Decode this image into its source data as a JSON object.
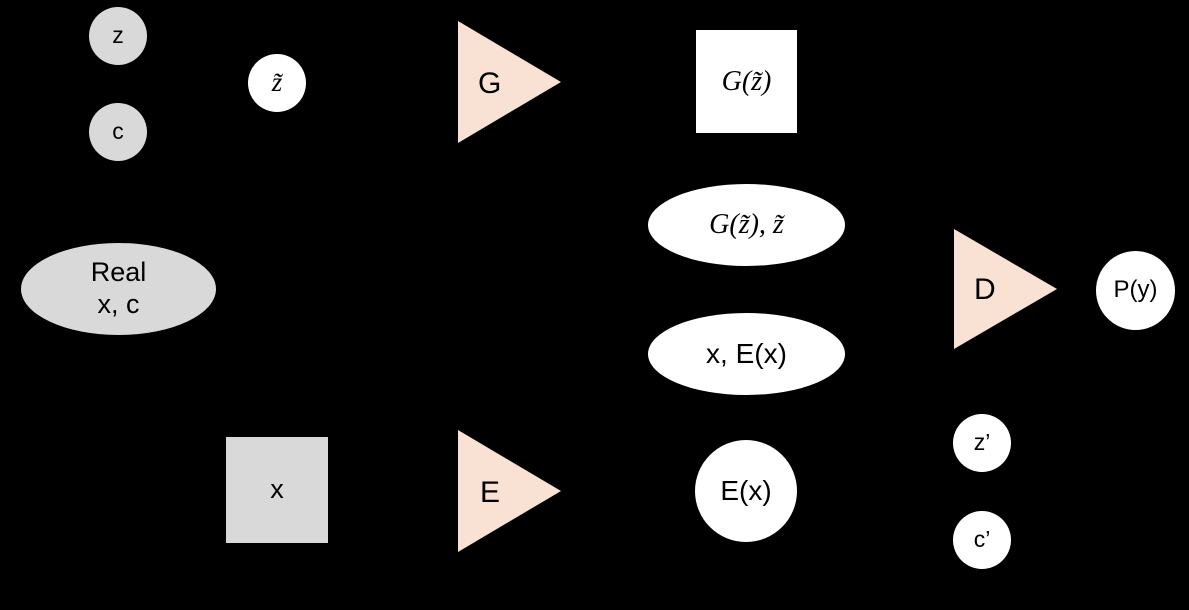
{
  "diagram": {
    "title": "Conditional GAN with Encoder architecture flow diagram",
    "background_color": "#000000",
    "palette": {
      "gray_fill": "#d9d9d9",
      "white_fill": "#ffffff",
      "peach_fill": "#f9e1d4",
      "text_color": "#000000"
    },
    "nodes": [
      {
        "id": "z-circle",
        "label": "z",
        "shape": "circle",
        "fill": "#d9d9d9",
        "font": "sans"
      },
      {
        "id": "c-circle",
        "label": "c",
        "shape": "circle",
        "fill": "#d9d9d9",
        "font": "sans"
      },
      {
        "id": "ztilde-circle",
        "label": "z̃",
        "shape": "circle",
        "fill": "#ffffff",
        "font": "math"
      },
      {
        "id": "g-triangle",
        "label": "G",
        "shape": "triangle",
        "fill": "#f9e1d4",
        "font": "sans"
      },
      {
        "id": "gz-square",
        "label": "G(z̃)",
        "shape": "square",
        "fill": "#ffffff",
        "font": "math"
      },
      {
        "id": "gz-ztilde-ellipse",
        "label": "G(z̃), z̃",
        "shape": "ellipse",
        "fill": "#ffffff",
        "font": "math"
      },
      {
        "id": "x-ex-ellipse",
        "label": "x, E(x)",
        "shape": "ellipse",
        "fill": "#ffffff",
        "font": "sans"
      },
      {
        "id": "real-ellipse",
        "label_line1": "Real",
        "label_line2": "x, c",
        "shape": "ellipse",
        "fill": "#d9d9d9",
        "font": "sans"
      },
      {
        "id": "x-square",
        "label": "x",
        "shape": "square",
        "fill": "#d9d9d9",
        "font": "sans"
      },
      {
        "id": "e-triangle",
        "label": "E",
        "shape": "triangle",
        "fill": "#f9e1d4",
        "font": "sans"
      },
      {
        "id": "ex-circle",
        "label": "E(x)",
        "shape": "circle",
        "fill": "#ffffff",
        "font": "sans"
      },
      {
        "id": "d-triangle",
        "label": "D",
        "shape": "triangle",
        "fill": "#f9e1d4",
        "font": "sans"
      },
      {
        "id": "py-circle",
        "label": "P(y)",
        "shape": "circle",
        "fill": "#ffffff",
        "font": "sans"
      },
      {
        "id": "zprime-circle",
        "label": "z’",
        "shape": "circle",
        "fill": "#ffffff",
        "font": "sans"
      },
      {
        "id": "cprime-circle",
        "label": "c’",
        "shape": "circle",
        "fill": "#ffffff",
        "font": "sans"
      }
    ],
    "labels": {
      "z": "z",
      "c": "c",
      "z_tilde": "z̃",
      "generator": "G",
      "g_of_z_tilde": "G(z̃)",
      "g_z_tilde_pair": "G(z̃), z̃",
      "x_ex_pair": "x, E(x)",
      "real_line1": "Real",
      "real_line2": "x, c",
      "x": "x",
      "encoder": "E",
      "e_of_x": "E(x)",
      "discriminator": "D",
      "p_of_y": "P(y)",
      "z_prime": "z’",
      "c_prime": "c’"
    }
  }
}
